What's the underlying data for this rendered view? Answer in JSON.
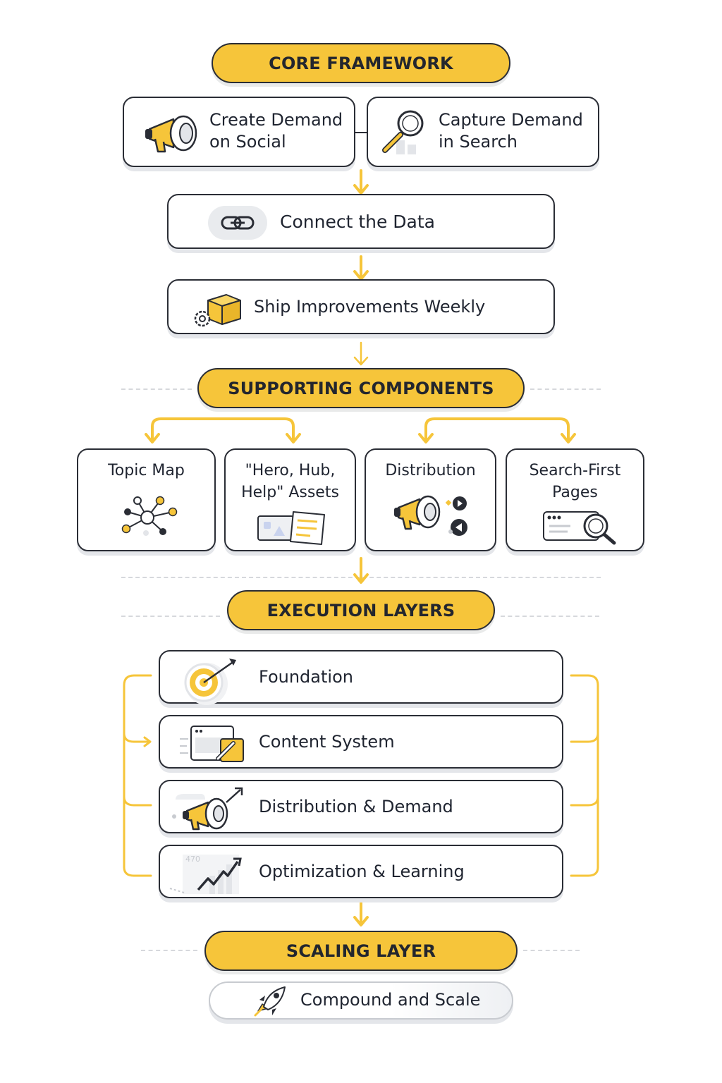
{
  "sections": {
    "core": "CORE FRAMEWORK",
    "supporting": "SUPPORTING COMPONENTS",
    "execution": "EXECUTION LAYERS",
    "scaling": "SCALING LAYER"
  },
  "core": {
    "create_demand": [
      "Create Demand",
      "on Social"
    ],
    "capture_demand": [
      "Capture Demand",
      "in Search"
    ],
    "connect": "Connect the Data",
    "ship": "Ship Improvements Weekly"
  },
  "supporting": {
    "cards": [
      {
        "lines": [
          "Topic Map"
        ]
      },
      {
        "lines": [
          "\"Hero, Hub,",
          "Help\" Assets"
        ]
      },
      {
        "lines": [
          "Distribution"
        ]
      },
      {
        "lines": [
          "Search-First",
          "Pages"
        ]
      }
    ]
  },
  "execution": {
    "layers": [
      "Foundation",
      "Content System",
      "Distribution & Demand",
      "Optimization & Learning"
    ],
    "chart_tick": "470"
  },
  "scaling": {
    "item": "Compound and Scale"
  },
  "colors": {
    "accent": "#f6c53a",
    "outline": "#2a2d35",
    "muted": "#d6d8dc"
  }
}
